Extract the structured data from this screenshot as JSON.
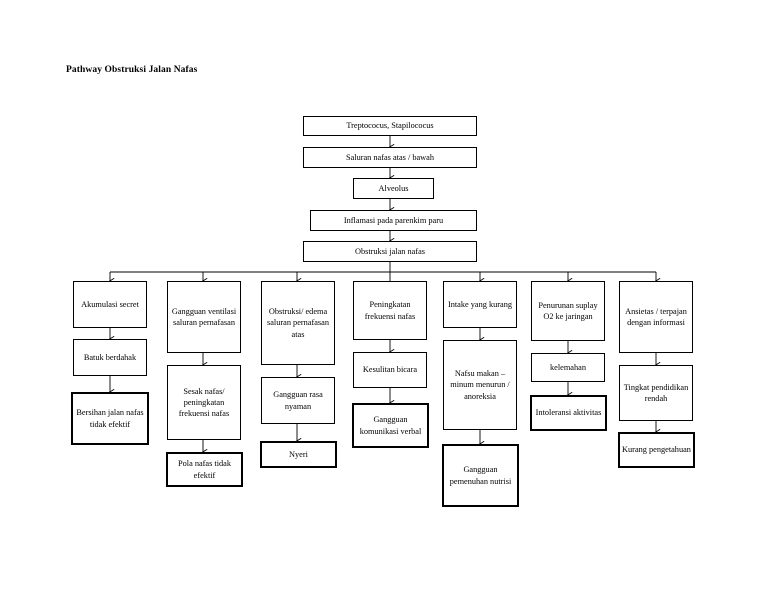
{
  "document": {
    "title": "Pathway Obstruksi Jalan Nafas",
    "background_color": "#ffffff",
    "line_color": "#000000"
  },
  "chart_data": {
    "type": "diagram",
    "title": "Pathway Obstruksi Jalan Nafas",
    "diagram_kind": "flowchart",
    "orientation": "top-down",
    "trunk": [
      "Treptococus, Stapilococus",
      "Saluran nafas atas / bawah",
      "Alveolus",
      "Inflamasi pada parenkim paru",
      "Obstruksi jalan nafas"
    ],
    "branch_root": "Obstruksi jalan nafas",
    "branches": [
      {
        "id": "branch-1",
        "nodes": [
          "Akumulasi secret",
          "Batuk berdahak",
          "Bersihan jalan nafas tidak efektif"
        ],
        "outcome": "Bersihan jalan nafas tidak efektif"
      },
      {
        "id": "branch-2",
        "nodes": [
          "Gangguan ventilasi saluran pernafasan",
          "Sesak nafas/ peningkatan frekuensi nafas",
          "Pola nafas tidak efektif"
        ],
        "outcome": "Pola nafas tidak efektif"
      },
      {
        "id": "branch-3",
        "nodes": [
          "Obstruksi/ edema saluran pernafasan atas",
          "Gangguan rasa nyaman",
          "Nyeri"
        ],
        "outcome": "Nyeri"
      },
      {
        "id": "branch-4",
        "nodes": [
          "Peningkatan frekuensi nafas",
          "Kesulitan bicara",
          "Gangguan komunikasi verbal"
        ],
        "outcome": "Gangguan komunikasi verbal"
      },
      {
        "id": "branch-5",
        "nodes": [
          "Intake yang kurang",
          "Nafsu makan – minum menurun / anoreksia",
          "Gangguan pemenuhan nutrisi"
        ],
        "outcome": "Gangguan pemenuhan nutrisi"
      },
      {
        "id": "branch-6",
        "nodes": [
          "Penurunan suplay O2 ke jaringan",
          "kelemahan",
          "Intoleransi aktivitas"
        ],
        "outcome": "Intoleransi aktivitas"
      },
      {
        "id": "branch-7",
        "nodes": [
          "Ansietas / terpajan dengan informasi",
          "Tingkat pendidikan rendah",
          "Kurang pengetahuan"
        ],
        "outcome": "Kurang pengetahuan"
      }
    ]
  },
  "nodes": {
    "trunk_1": "Treptococus, Stapilococus",
    "trunk_2": "Saluran nafas atas / bawah",
    "trunk_3": "Alveolus",
    "trunk_4": "Inflamasi pada parenkim paru",
    "trunk_5": "Obstruksi jalan nafas",
    "c1_1": "Akumulasi secret",
    "c1_2": "Batuk berdahak",
    "c1_3": "Bersihan jalan nafas tidak efektif",
    "c2_1": "Gangguan ventilasi saluran pernafasan",
    "c2_2": "Sesak nafas/ peningkatan frekuensi nafas",
    "c2_3": "Pola nafas tidak efektif",
    "c3_1": "Obstruksi/ edema saluran pernafasan atas",
    "c3_2": "Gangguan rasa nyaman",
    "c3_3": "Nyeri",
    "c4_1": "Peningkatan frekuensi nafas",
    "c4_2": "Kesulitan bicara",
    "c4_3": "Gangguan komunikasi verbal",
    "c5_1": "Intake yang kurang",
    "c5_2": "Nafsu makan – minum menurun / anoreksia",
    "c5_3": "Gangguan pemenuhan nutrisi",
    "c6_1": "Penurunan suplay O2 ke jaringan",
    "c6_2": "kelemahan",
    "c6_3": "Intoleransi aktivitas",
    "c7_1": "Ansietas / terpajan dengan informasi",
    "c7_2": "Tingkat pendidikan rendah",
    "c7_3": "Kurang pengetahuan"
  }
}
